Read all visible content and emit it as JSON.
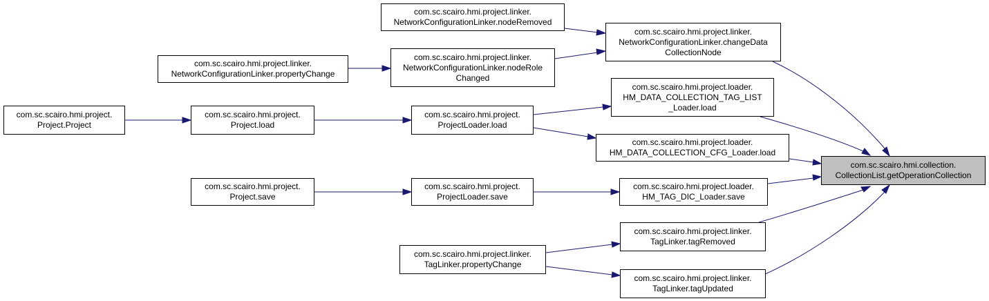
{
  "graph": {
    "edge_color": "#191970",
    "focus_fill": "#bfbfbf",
    "nodes": [
      {
        "id": "project-project",
        "lines": [
          "com.sc.scairo.hmi.project.",
          "Project.Project"
        ]
      },
      {
        "id": "project-load",
        "lines": [
          "com.sc.scairo.hmi.project.",
          "Project.load"
        ]
      },
      {
        "id": "project-save",
        "lines": [
          "com.sc.scairo.hmi.project.",
          "Project.save"
        ]
      },
      {
        "id": "nc-propertychange",
        "lines": [
          "com.sc.scairo.hmi.project.linker.",
          "NetworkConfigurationLinker.propertyChange"
        ]
      },
      {
        "id": "nc-noderemoved",
        "lines": [
          "com.sc.scairo.hmi.project.linker.",
          "NetworkConfigurationLinker.nodeRemoved"
        ]
      },
      {
        "id": "nc-noderolechanged",
        "lines": [
          "com.sc.scairo.hmi.project.linker.",
          "NetworkConfigurationLinker.nodeRole",
          "Changed"
        ]
      },
      {
        "id": "projectloader-load",
        "lines": [
          "com.sc.scairo.hmi.project.",
          "ProjectLoader.load"
        ]
      },
      {
        "id": "projectloader-save",
        "lines": [
          "com.sc.scairo.hmi.project.",
          "ProjectLoader.save"
        ]
      },
      {
        "id": "taglinker-propertychange",
        "lines": [
          "com.sc.scairo.hmi.project.linker.",
          "TagLinker.propertyChange"
        ]
      },
      {
        "id": "nc-changedata",
        "lines": [
          "com.sc.scairo.hmi.project.linker.",
          "NetworkConfigurationLinker.changeData",
          "CollectionNode"
        ]
      },
      {
        "id": "hm-tag-list-load",
        "lines": [
          "com.sc.scairo.hmi.project.loader.",
          "HM_DATA_COLLECTION_TAG_LIST",
          "_Loader.load"
        ]
      },
      {
        "id": "hm-cfg-load",
        "lines": [
          "com.sc.scairo.hmi.project.loader.",
          "HM_DATA_COLLECTION_CFG_Loader.load"
        ]
      },
      {
        "id": "hm-tag-dic-save",
        "lines": [
          "com.sc.scairo.hmi.project.loader.",
          "HM_TAG_DIC_Loader.save"
        ]
      },
      {
        "id": "taglinker-tagremoved",
        "lines": [
          "com.sc.scairo.hmi.project.linker.",
          "TagLinker.tagRemoved"
        ]
      },
      {
        "id": "taglinker-tagupdated",
        "lines": [
          "com.sc.scairo.hmi.project.linker.",
          "TagLinker.tagUpdated"
        ]
      },
      {
        "id": "getoperationcollection",
        "lines": [
          "com.sc.scairo.hmi.collection.",
          "CollectionList.getOperationCollection"
        ],
        "focus": true
      }
    ],
    "edges": [
      {
        "from": "project-project",
        "to": "project-load"
      },
      {
        "from": "project-load",
        "to": "projectloader-load"
      },
      {
        "from": "project-save",
        "to": "projectloader-save"
      },
      {
        "from": "nc-propertychange",
        "to": "nc-noderolechanged"
      },
      {
        "from": "nc-noderemoved",
        "to": "nc-changedata"
      },
      {
        "from": "nc-noderolechanged",
        "to": "nc-changedata"
      },
      {
        "from": "projectloader-load",
        "to": "hm-tag-list-load"
      },
      {
        "from": "projectloader-load",
        "to": "hm-cfg-load"
      },
      {
        "from": "projectloader-save",
        "to": "hm-tag-dic-save"
      },
      {
        "from": "taglinker-propertychange",
        "to": "taglinker-tagremoved"
      },
      {
        "from": "taglinker-propertychange",
        "to": "taglinker-tagupdated"
      },
      {
        "from": "nc-changedata",
        "to": "getoperationcollection"
      },
      {
        "from": "hm-tag-list-load",
        "to": "getoperationcollection"
      },
      {
        "from": "hm-cfg-load",
        "to": "getoperationcollection"
      },
      {
        "from": "hm-tag-dic-save",
        "to": "getoperationcollection"
      },
      {
        "from": "taglinker-tagremoved",
        "to": "getoperationcollection"
      },
      {
        "from": "taglinker-tagupdated",
        "to": "getoperationcollection"
      }
    ]
  }
}
